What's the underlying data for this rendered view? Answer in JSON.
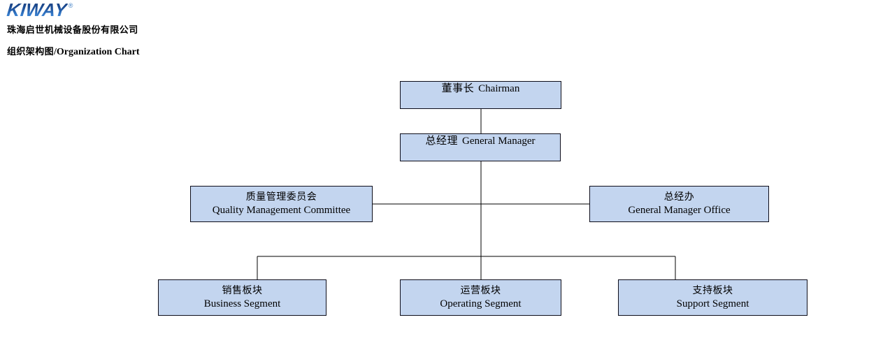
{
  "header": {
    "logo_text": "KIWAY",
    "logo_registered_mark": "®",
    "company_name_cn": "珠海启世机械设备股份有限公司",
    "title_cn": "组织架构图",
    "title_separator": "/",
    "title_en": "Organization Chart"
  },
  "theme": {
    "node_fill": "#c3d5ef",
    "node_border": "#0d0d1a",
    "connector_color": "#000000",
    "logo_blue_dark": "#123a7a",
    "logo_blue_light": "#4d93dd",
    "text_color": "#000000",
    "page_background": "#ffffff"
  },
  "chart_data": {
    "type": "diagram",
    "diagram_type": "organization-chart",
    "title": "组织架构图 / Organization Chart",
    "orientation": "top-down",
    "levels": 4,
    "nodes": [
      {
        "id": "chairman",
        "level": 1,
        "label_cn": "董事长",
        "label_en": "Chairman",
        "parent": null
      },
      {
        "id": "general-manager",
        "level": 2,
        "label_cn": "总经理",
        "label_en": "General Manager",
        "parent": "chairman"
      },
      {
        "id": "quality-management-committee",
        "level": 3,
        "label_cn": "质量管理委员会",
        "label_en": "Quality Management Committee",
        "parent": "general-manager",
        "relation": "staff-left"
      },
      {
        "id": "general-manager-office",
        "level": 3,
        "label_cn": "总经办",
        "label_en": "General Manager Office",
        "parent": "general-manager",
        "relation": "staff-right"
      },
      {
        "id": "business-segment",
        "level": 4,
        "label_cn": "销售板块",
        "label_en": "Business Segment",
        "parent": "general-manager"
      },
      {
        "id": "operating-segment",
        "level": 4,
        "label_cn": "运营板块",
        "label_en": "Operating Segment",
        "parent": "general-manager"
      },
      {
        "id": "support-segment",
        "level": 4,
        "label_cn": "支持板块",
        "label_en": "Support Segment",
        "parent": "general-manager"
      }
    ],
    "edges": [
      {
        "from": "chairman",
        "to": "general-manager"
      },
      {
        "from": "general-manager",
        "to": "quality-management-committee"
      },
      {
        "from": "general-manager",
        "to": "general-manager-office"
      },
      {
        "from": "general-manager",
        "to": "business-segment"
      },
      {
        "from": "general-manager",
        "to": "operating-segment"
      },
      {
        "from": "general-manager",
        "to": "support-segment"
      }
    ]
  }
}
